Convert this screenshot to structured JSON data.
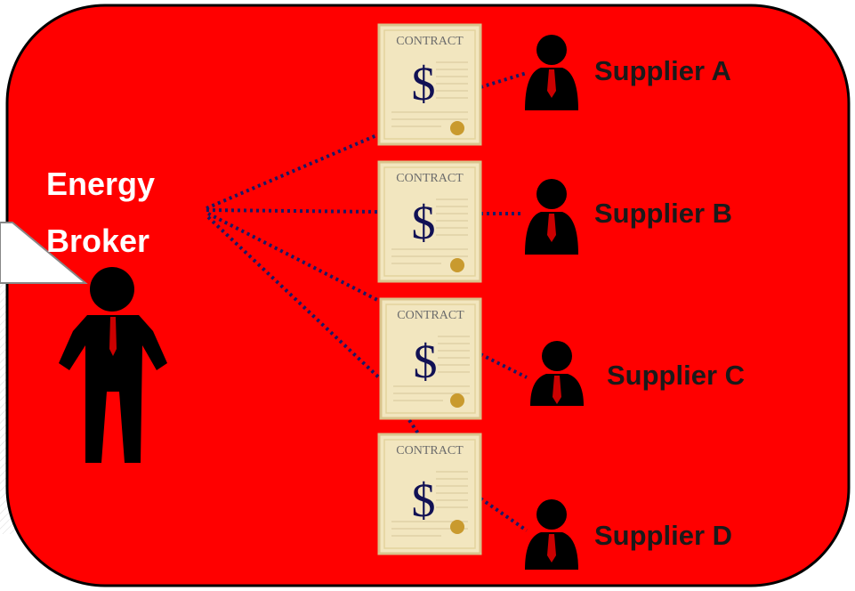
{
  "diagram": {
    "colors": {
      "panel": "#ff0000",
      "dots": "#1a1a66",
      "person": "#000000",
      "tie": "#cc0000",
      "contract_paper": "#f2e6bf",
      "contract_frame": "#d9c48c",
      "dollar": "#111155",
      "seal": "#c99a2e"
    },
    "broker": {
      "label_line1": "Energy",
      "label_line2": "Broker",
      "icon": "businessman-standing-icon"
    },
    "contracts": [
      {
        "heading": "CONTRACT",
        "symbol": "$"
      },
      {
        "heading": "CONTRACT",
        "symbol": "$"
      },
      {
        "heading": "CONTRACT",
        "symbol": "$"
      },
      {
        "heading": "CONTRACT",
        "symbol": "$"
      }
    ],
    "suppliers": [
      {
        "label": "Supplier A",
        "icon": "supplier-avatar-icon"
      },
      {
        "label": "Supplier B",
        "icon": "supplier-avatar-icon"
      },
      {
        "label": "Supplier C",
        "icon": "supplier-avatar-icon"
      },
      {
        "label": "Supplier D",
        "icon": "supplier-avatar-icon"
      }
    ]
  }
}
